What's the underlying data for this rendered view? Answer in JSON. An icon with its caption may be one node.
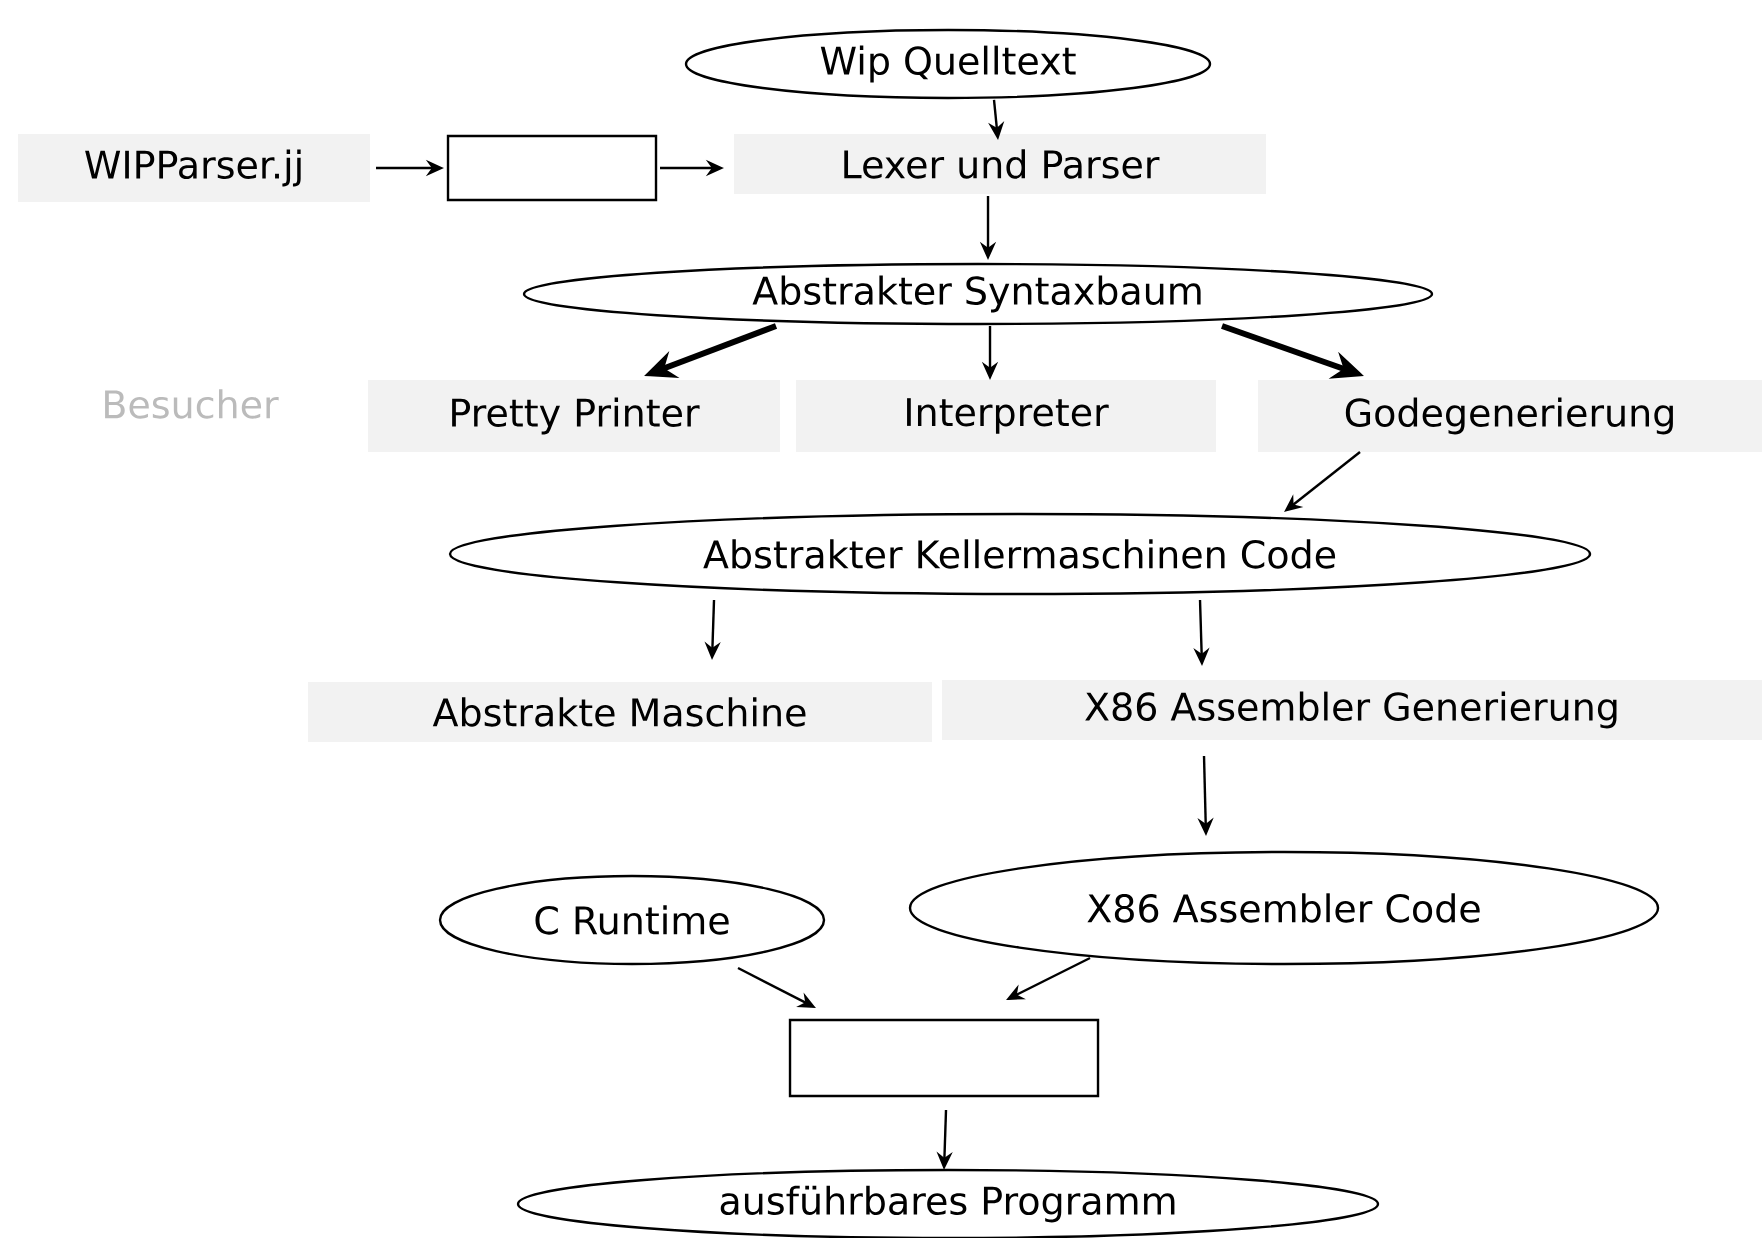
{
  "diagram": {
    "nodes": [
      {
        "text": [
          "Wip  Quelltext"
        ]
      },
      {
        "text": [
          "WIPParser.jj"
        ]
      },
      {
        "text": [],
        "shape": "box"
      },
      {
        "text": [
          "Lexer und Parser"
        ]
      },
      {
        "text": [
          "Abstrakter Syntaxbaum"
        ]
      },
      {
        "text": [
          "Pretty Printer"
        ]
      },
      {
        "text": [
          "Interpreter"
        ]
      },
      {
        "text": [
          "Godegenerierung"
        ]
      },
      {
        "text": [
          "Abstrakter Kellermaschinen Code"
        ]
      },
      {
        "text": [
          "Abstrakte Maschine"
        ]
      },
      {
        "text": [
          "X86 Assembler Generierung"
        ]
      },
      {
        "text": [
          "C Runtime"
        ]
      },
      {
        "text": [
          "X86 Assembler Code"
        ]
      },
      {
        "text": [],
        "shape": "box"
      },
      {
        "text": [
          "ausführbares Programm"
        ]
      }
    ],
    "edges": [
      {
        "from": 0,
        "to": 3,
        "arrow": "to"
      },
      {
        "from": 1,
        "to": 2,
        "arrow": "to"
      },
      {
        "from": 2,
        "to": 3,
        "arrow": "to"
      },
      {
        "from": 3,
        "to": 4,
        "arrow": "to"
      },
      {
        "from": 4,
        "to": 5,
        "arrow": "to",
        "style": "thick"
      },
      {
        "from": 4,
        "to": 6,
        "arrow": "to"
      },
      {
        "from": 4,
        "to": 7,
        "arrow": "to",
        "style": "thick"
      },
      {
        "from": 7,
        "to": 8,
        "arrow": "to"
      },
      {
        "from": 8,
        "to": 9,
        "arrow": "to"
      },
      {
        "from": 8,
        "to": 10,
        "arrow": "to"
      },
      {
        "from": 10,
        "to": 12,
        "arrow": "to"
      },
      {
        "from": 11,
        "to": 13,
        "arrow": "to"
      },
      {
        "from": 12,
        "to": 13,
        "arrow": "to"
      },
      {
        "from": 13,
        "to": 14,
        "arrow": "to"
      }
    ],
    "labels": [
      "Besucher"
    ]
  }
}
